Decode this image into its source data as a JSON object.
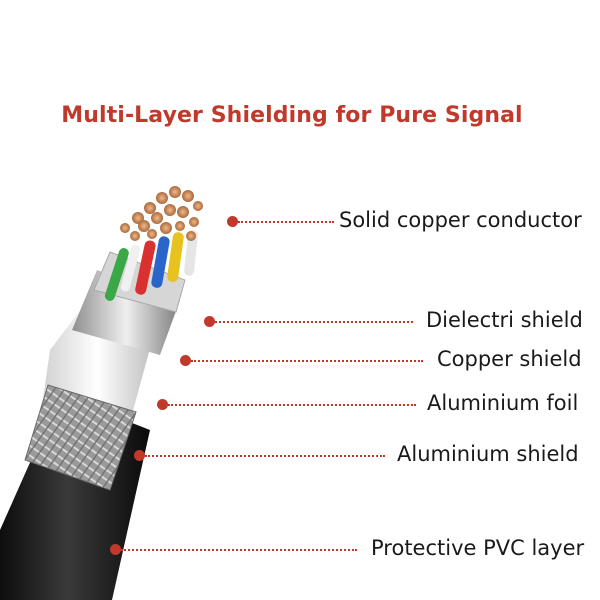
{
  "title": "Multi-Layer Shielding for Pure Signal",
  "colors": {
    "accent": "#c0392b",
    "label_text": "#1a1a1a",
    "pvc_jacket": "#1b1b1b",
    "copper": "#c98a55"
  },
  "callouts": [
    {
      "label": "Solid copper conductor"
    },
    {
      "label": "Dielectri shield"
    },
    {
      "label": "Copper shield"
    },
    {
      "label": "Aluminium foil"
    },
    {
      "label": "Aluminium shield"
    },
    {
      "label": "Protective PVC layer"
    }
  ]
}
